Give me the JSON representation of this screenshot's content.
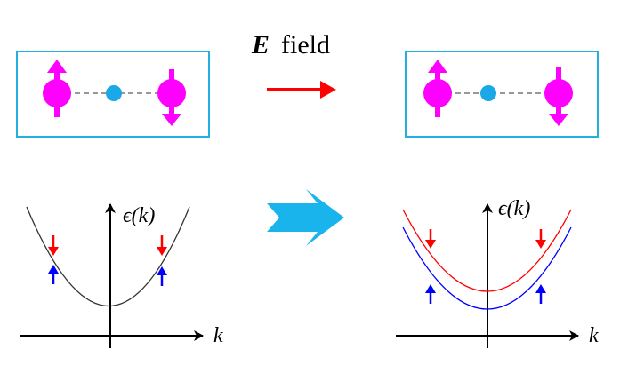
{
  "title": {
    "symbol": "E",
    "text": "field"
  },
  "plot_left": {
    "ylabel": "ϵ(k)",
    "xlabel": "k"
  },
  "plot_right": {
    "ylabel": "ϵ(k)",
    "xlabel": "k"
  },
  "colors": {
    "box_border": "#22b0e0",
    "magnet": "#ff00ff",
    "center_atom": "#1aa8e6",
    "field_arrow": "#ff0000",
    "transform_arrow": "#1ab4ec",
    "spin_down": "#ff0000",
    "spin_up": "#0000ff",
    "band_single": "#333333",
    "band_upper": "#ff0000",
    "band_lower": "#0000ff"
  },
  "icons": {
    "field_arrow": "right-arrow-red",
    "transform_arrow": "right-chevron-arrow-blue",
    "magnetic_moment_up": "up-arrow-magenta",
    "magnetic_moment_down": "down-arrow-magenta"
  }
}
